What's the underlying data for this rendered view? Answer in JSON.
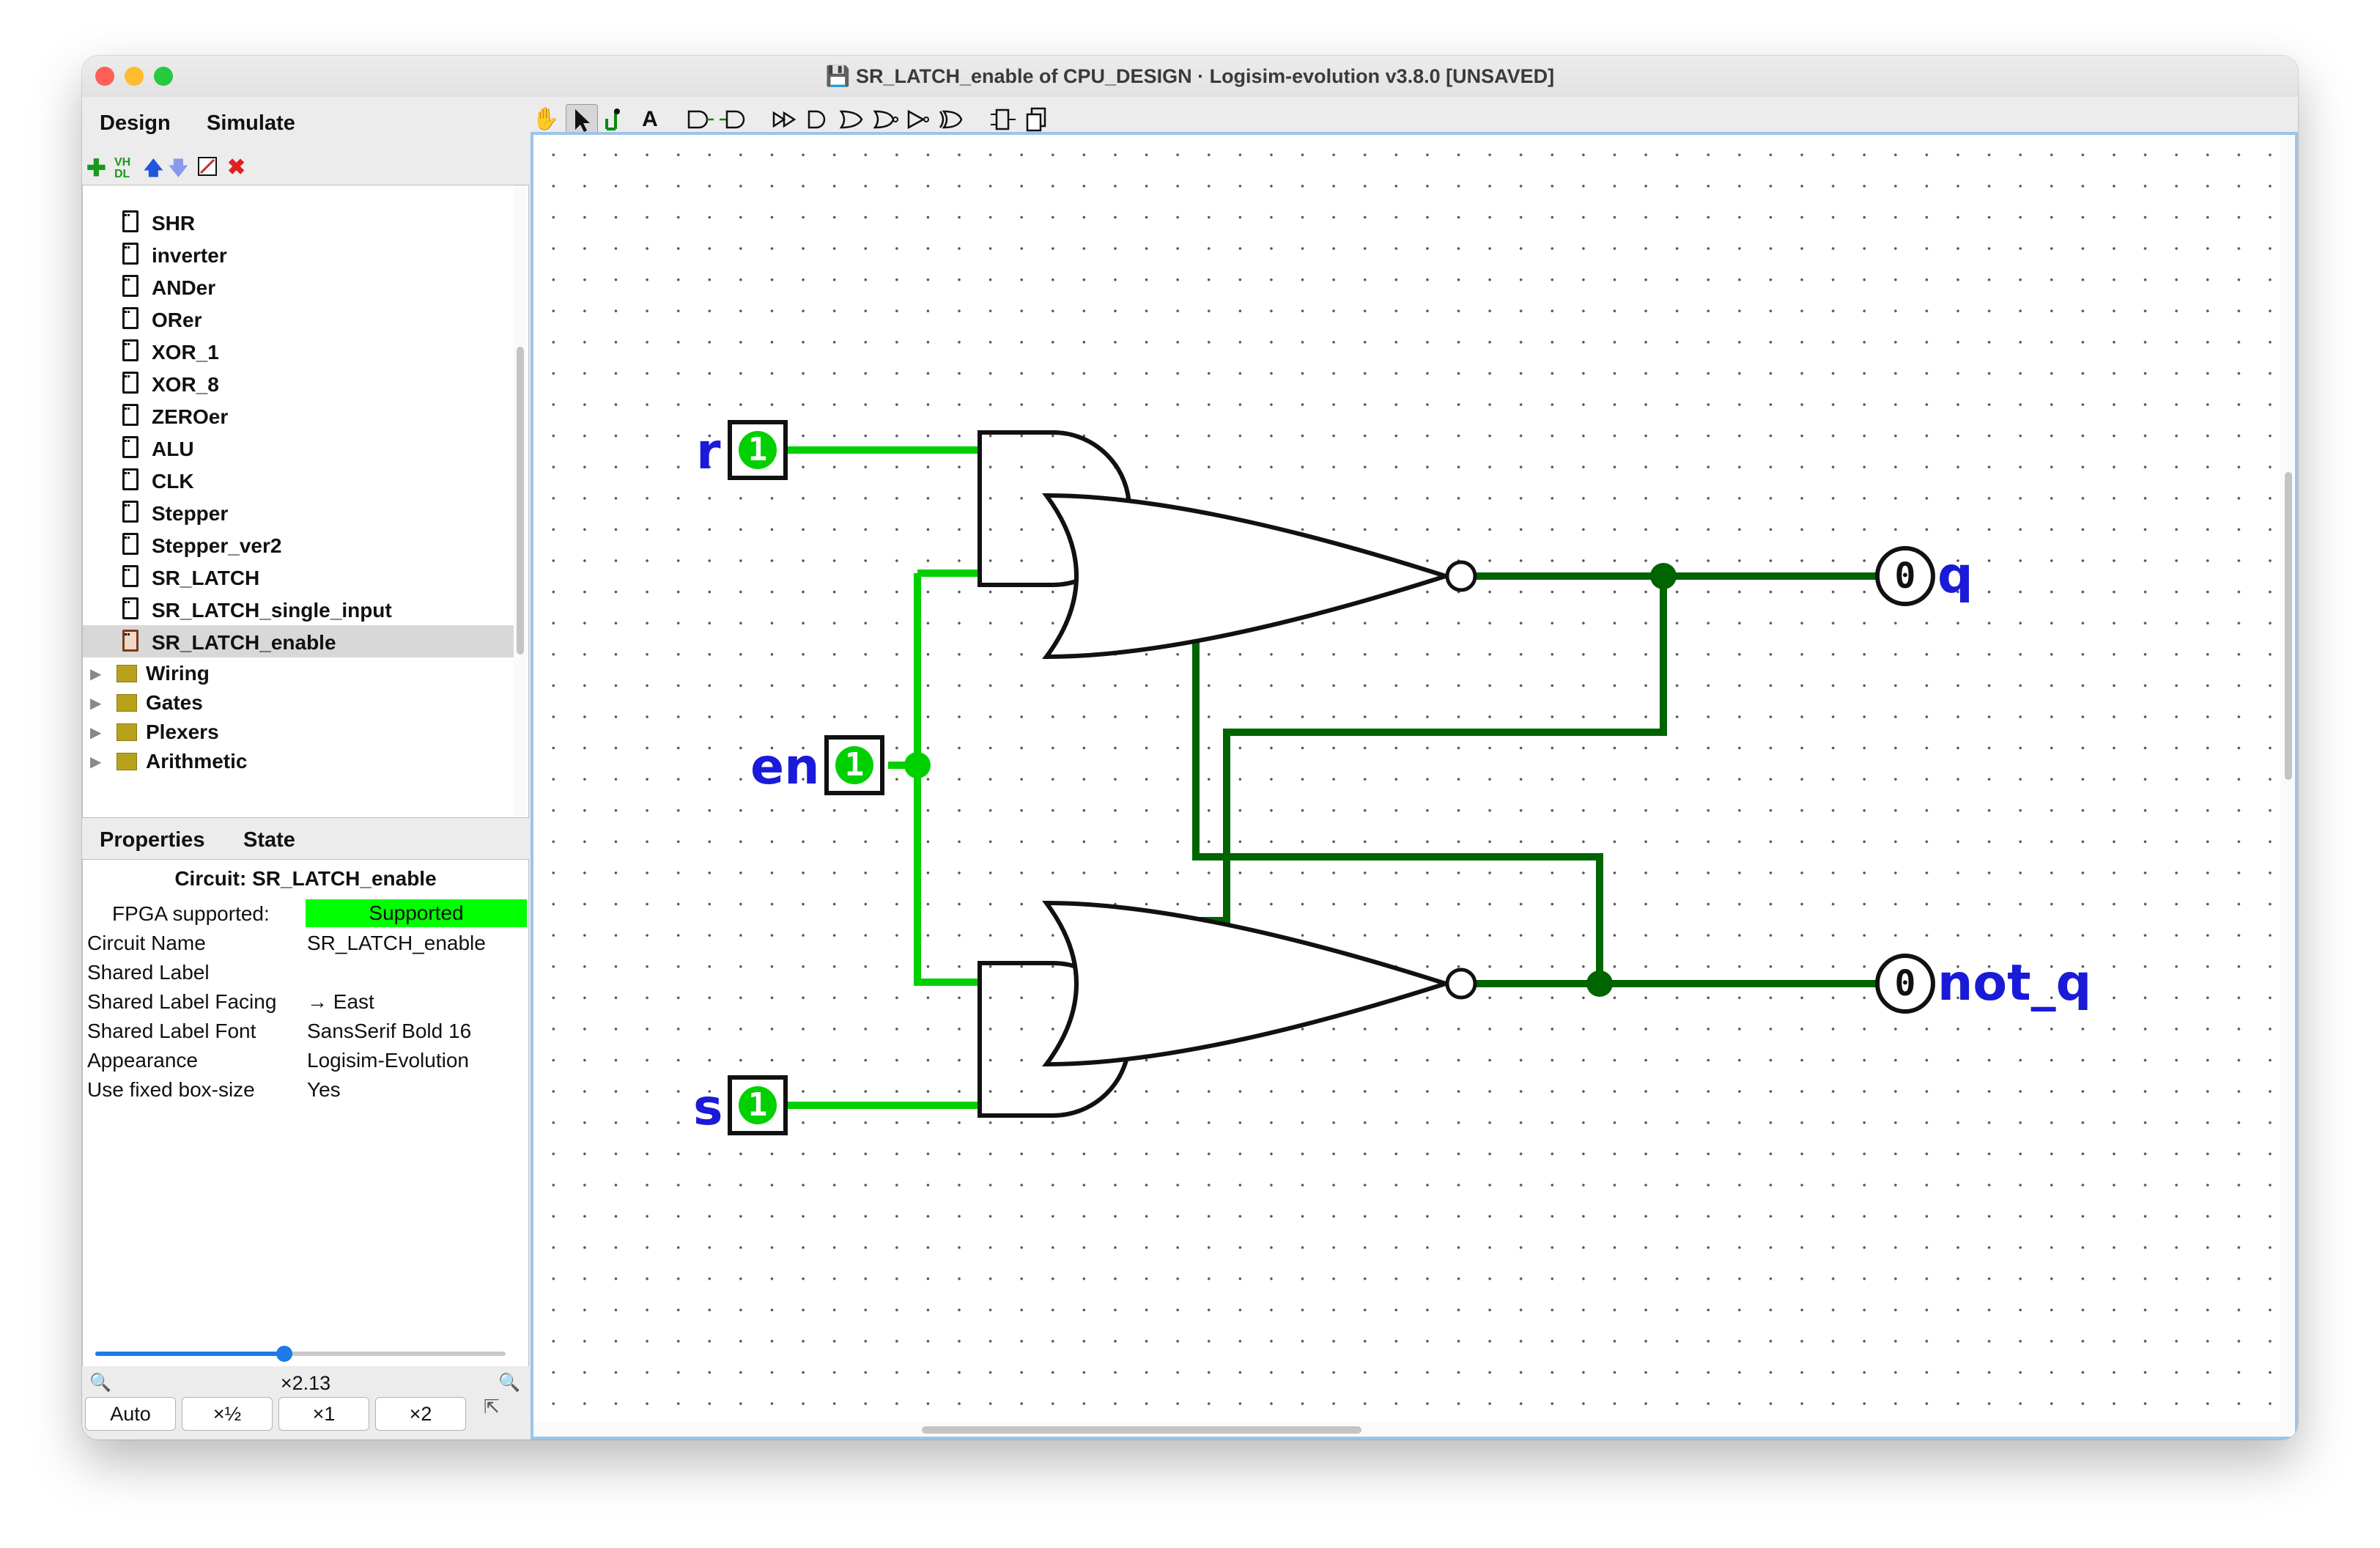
{
  "window": {
    "title": "SR_LATCH_enable of CPU_DESIGN · Logisim-evolution v3.8.0 [UNSAVED]",
    "traffic_colors": {
      "close": "#ff5f57",
      "minimize": "#febc2e",
      "maximize": "#28c840"
    }
  },
  "menu": {
    "design": "Design",
    "simulate": "Simulate"
  },
  "toolbar": {
    "icons": [
      "poke-tool-icon",
      "select-tool-icon",
      "wiring-tool-icon",
      "text-tool-icon",
      "input-pin-icon",
      "output-pin-icon",
      "buffer-gate-icon",
      "and-gate-icon",
      "or-gate-icon",
      "nand-gate-icon",
      "nor-gate-icon",
      "xor-gate-icon",
      "layout-icon",
      "appearance-icon"
    ],
    "text_tool": "A"
  },
  "explorer": {
    "items": [
      {
        "label": "SHR"
      },
      {
        "label": "inverter"
      },
      {
        "label": "ANDer"
      },
      {
        "label": "ORer"
      },
      {
        "label": "XOR_1"
      },
      {
        "label": "XOR_8"
      },
      {
        "label": "ZEROer"
      },
      {
        "label": "ALU"
      },
      {
        "label": "CLK"
      },
      {
        "label": "Stepper"
      },
      {
        "label": "Stepper_ver2"
      },
      {
        "label": "SR_LATCH"
      },
      {
        "label": "SR_LATCH_single_input"
      },
      {
        "label": "SR_LATCH_enable",
        "selected": true
      }
    ],
    "folders": [
      {
        "label": "Wiring"
      },
      {
        "label": "Gates"
      },
      {
        "label": "Plexers"
      },
      {
        "label": "Arithmetic"
      }
    ]
  },
  "tabs": {
    "properties": "Properties",
    "state": "State"
  },
  "properties": {
    "header": "Circuit: SR_LATCH_enable",
    "rows": [
      {
        "key": "FPGA supported:",
        "value": "Supported"
      },
      {
        "key": "Circuit Name",
        "value": "SR_LATCH_enable"
      },
      {
        "key": "Shared Label",
        "value": ""
      },
      {
        "key": "Shared Label Facing",
        "value": "→ East"
      },
      {
        "key": "Shared Label Font",
        "value": "SansSerif Bold 16"
      },
      {
        "key": "Appearance",
        "value": "Logisim-Evolution"
      },
      {
        "key": "Use fixed box-size",
        "value": "Yes"
      }
    ],
    "fpga_color": "#00ff00"
  },
  "zoom": {
    "level": "×2.13",
    "level_fraction": 0.46,
    "buttons": [
      "Auto",
      "×½",
      "×1",
      "×2"
    ]
  },
  "circuit": {
    "labels": {
      "r": "r",
      "en": "en",
      "s": "s",
      "q": "q",
      "not_q": "not_q"
    },
    "input_values": {
      "r": "1",
      "en": "1",
      "s": "1"
    },
    "output_values": {
      "q": "0",
      "not_q": "0"
    },
    "colors": {
      "high_wire": "#00d000",
      "low_wire": "#006400",
      "label": "#1a1ad8"
    }
  }
}
